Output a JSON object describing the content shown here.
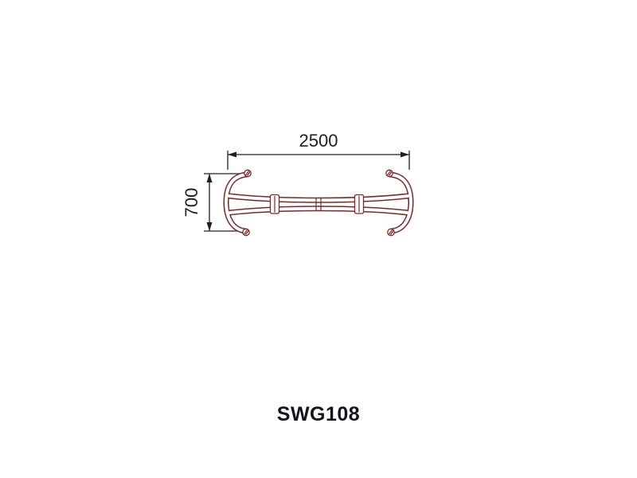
{
  "product_code": "SWG108",
  "dimensions": {
    "width": {
      "value": "2500"
    },
    "height": {
      "value": "700"
    }
  },
  "colors": {
    "tube-outline": "#7d2728",
    "dimension-line": "#202024",
    "label-text": "#14141c",
    "background": "#ffffff"
  }
}
